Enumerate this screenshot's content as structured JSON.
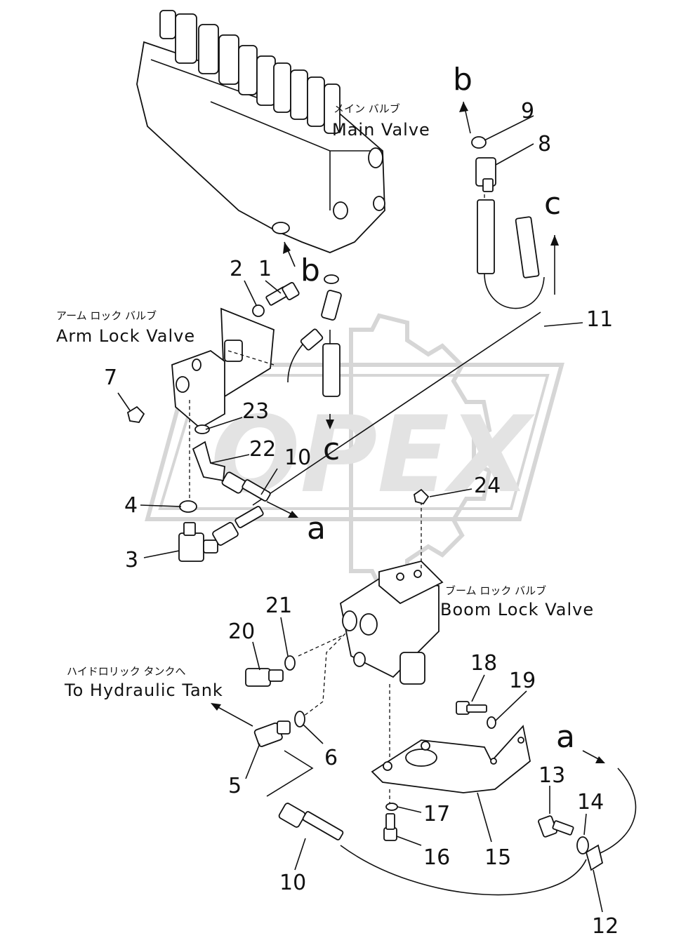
{
  "watermark": {
    "text": "OPEX"
  },
  "valves": {
    "main_jp": "メイン バルブ",
    "main_en": "Main Valve",
    "arm_jp": "アーム ロック バルブ",
    "arm_en": "Arm Lock Valve",
    "boom_jp": "ブーム ロック バルブ",
    "boom_en": "Boom Lock Valve",
    "tank_jp": "ハイドロリック タンクへ",
    "tank_en": "To Hydraulic Tank"
  },
  "part_numbers": {
    "p1": "1",
    "p2": "2",
    "p3": "3",
    "p4": "4",
    "p5": "5",
    "p6": "6",
    "p7": "7",
    "p8": "8",
    "p9": "9",
    "p10a": "10",
    "p10b": "10",
    "p11": "11",
    "p12": "12",
    "p13": "13",
    "p14": "14",
    "p15": "15",
    "p16": "16",
    "p17": "17",
    "p18": "18",
    "p19": "19",
    "p20": "20",
    "p21": "21",
    "p22": "22",
    "p23": "23",
    "p24": "24"
  },
  "connection_letters": {
    "b_top": "b",
    "c_top": "c",
    "b_mid": "b",
    "c_mid": "c",
    "a_mid": "a",
    "a_right": "a"
  }
}
